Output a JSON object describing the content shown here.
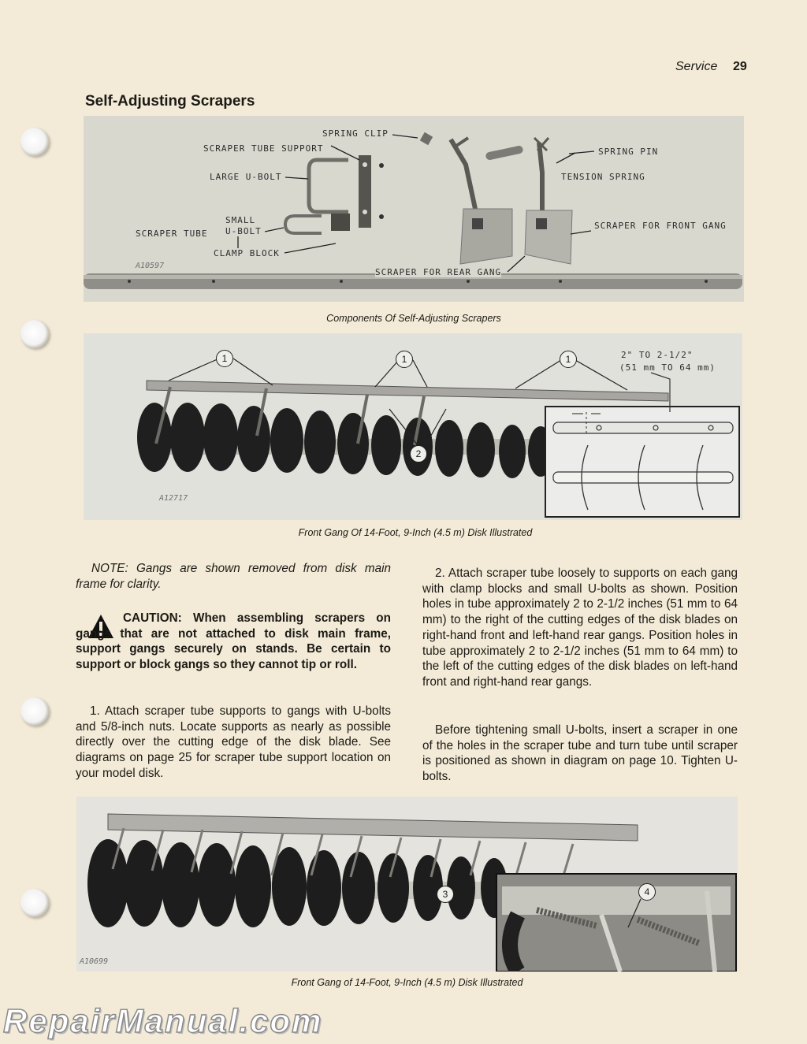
{
  "header": {
    "running_head": "Service",
    "page_number": "29"
  },
  "section_title": "Self-Adjusting Scrapers",
  "figure1": {
    "labels": {
      "spring_clip": "SPRING CLIP",
      "scraper_tube_support": "SCRAPER TUBE SUPPORT",
      "large_u_bolt": "LARGE U-BOLT",
      "small_u_bolt_1": "SMALL",
      "small_u_bolt_2": "U-BOLT",
      "scraper_tube": "SCRAPER TUBE",
      "clamp_block": "CLAMP BLOCK",
      "spring_pin": "SPRING PIN",
      "tension_spring": "TENSION SPRING",
      "scraper_front": "SCRAPER FOR FRONT GANG",
      "scraper_rear": "SCRAPER FOR REAR GANG",
      "figure_id": "A10597"
    },
    "caption": "Components Of Self-Adjusting Scrapers"
  },
  "figure2": {
    "dimension_line1": "2\" TO 2-1/2\"",
    "dimension_line2": "(51 mm TO 64 mm)",
    "callout_1": "1",
    "callout_2": "2",
    "figure_id": "A12717",
    "caption": "Front Gang Of 14-Foot, 9-Inch (4.5 m) Disk Illustrated"
  },
  "note": "NOTE: Gangs are shown removed from disk main frame for clarity.",
  "caution": "CAUTION: When assembling scrapers on gangs that are not attached to disk main frame, support gangs securely on stands. Be certain to support or block gangs so they cannot tip or roll.",
  "step1": "1. Attach scraper tube supports to gangs with U-bolts and 5/8-inch nuts. Locate supports as nearly as possible directly over the cutting edge of the disk blade. See diagrams on page 25 for scraper tube support location on your model disk.",
  "step2": "2. Attach scraper tube loosely to supports on each gang with clamp blocks and small U-bolts as shown. Position holes in tube approximately 2 to 2-1/2 inches (51 mm to 64 mm) to the right of the cutting edges of the disk blades on right-hand front and left-hand rear gangs. Position holes in tube approximately 2 to 2-1/2 inches (51 mm to 64 mm) to the left of the cutting edges of the disk blades on left-hand front and right-hand rear gangs.",
  "step3": "Before tightening small U-bolts, insert a scraper in one of the holes in the scraper tube and turn tube until scraper is positioned as shown in diagram on page 10. Tighten U-bolts.",
  "figure3": {
    "callout_3": "3",
    "callout_4": "4",
    "figure_id": "A10699",
    "caption": "Front Gang of 14-Foot, 9-Inch (4.5 m) Disk Illustrated"
  },
  "watermark": "RepairManual.com"
}
